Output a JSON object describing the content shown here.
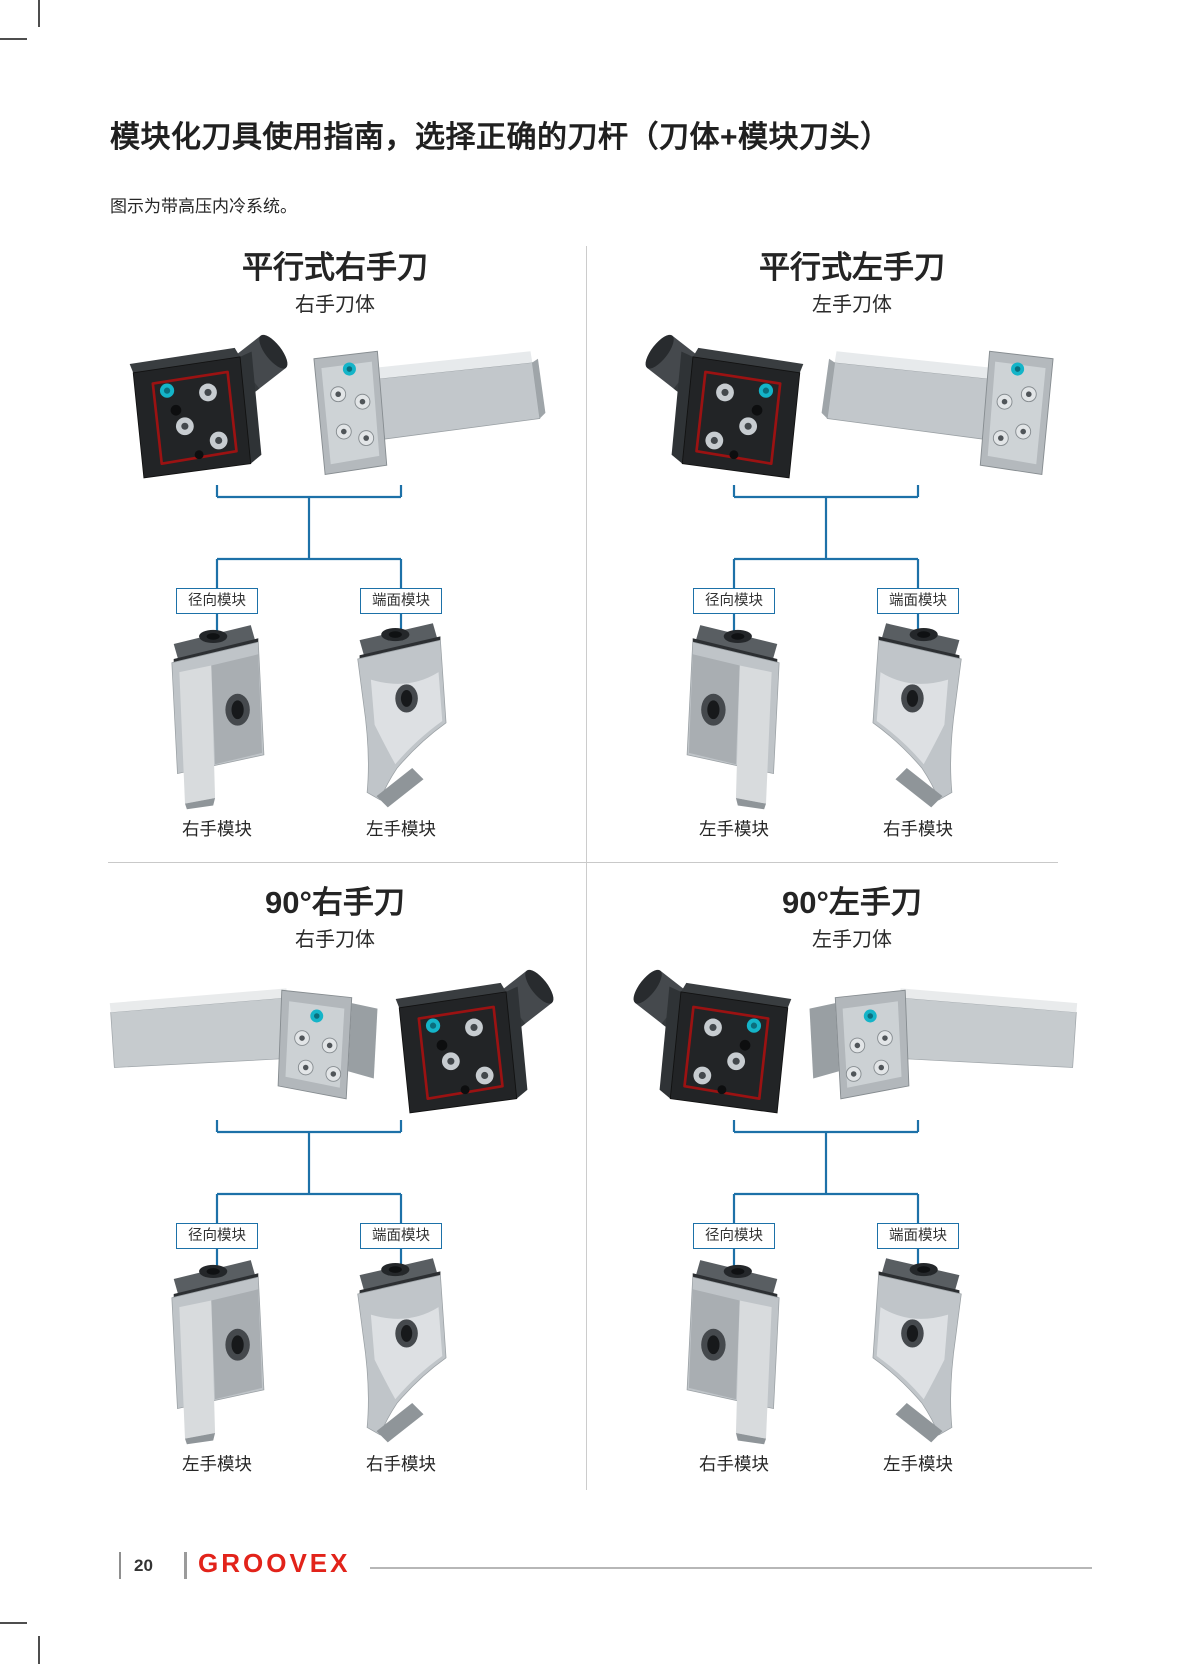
{
  "page": {
    "title": "模块化刀具使用指南，选择正确的刀杆（刀体+模块刀头）",
    "intro": "图示为带高压内冷系统。",
    "page_number": "20",
    "brand_logo": "GROOVEX"
  },
  "colors": {
    "connector_blue": "#1d71a8",
    "logo_red": "#e2231a",
    "coolant_seal_teal": "#14b4c8",
    "gasket_red": "#9b1212",
    "divider_gray": "#cccccc",
    "text_dark": "#242424"
  },
  "quadrants": [
    {
      "title": "平行式右手刀",
      "subtitle": "右手刀体",
      "branch_boxes": [
        "径向模块",
        "端面模块"
      ],
      "module_labels": [
        "右手模块",
        "左手模块"
      ]
    },
    {
      "title": "平行式左手刀",
      "subtitle": "左手刀体",
      "branch_boxes": [
        "径向模块",
        "端面模块"
      ],
      "module_labels": [
        "左手模块",
        "右手模块"
      ]
    },
    {
      "title": "90°右手刀",
      "subtitle": "右手刀体",
      "branch_boxes": [
        "径向模块",
        "端面模块"
      ],
      "module_labels": [
        "左手模块",
        "右手模块"
      ]
    },
    {
      "title": "90°左手刀",
      "subtitle": "左手刀体",
      "branch_boxes": [
        "径向模块",
        "端面模块"
      ],
      "module_labels": [
        "右手模块",
        "左手模块"
      ]
    }
  ]
}
